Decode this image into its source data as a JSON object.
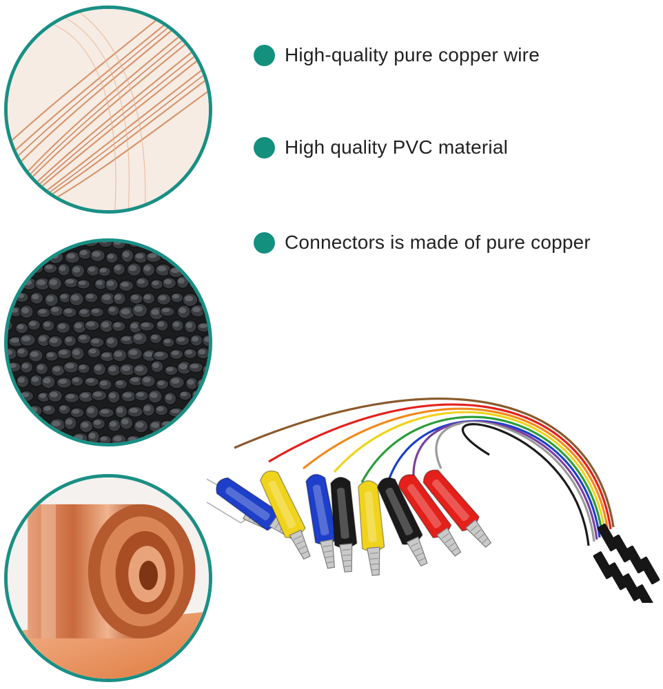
{
  "features": [
    {
      "label": "High-quality pure copper wire"
    },
    {
      "label": "High quality PVC material"
    },
    {
      "label": "Connectors is made of pure copper"
    }
  ],
  "colors": {
    "accent": "#14907f",
    "ring": "#1a8f84",
    "copper": "#d7895e",
    "pellet": "#2b2d30"
  },
  "icons": [
    "bullet-dot-icon"
  ],
  "images": [
    "copper-wire-coil",
    "pvc-pellets",
    "copper-foil-roll",
    "alligator-clip-jumper-cables"
  ],
  "product": {
    "clip_colors": [
      "#ffffff",
      "#1d3fc9",
      "#f0d31c",
      "#1d3fc9",
      "#1a1a1a",
      "#f0d31c",
      "#1a1a1a",
      "#e4201b",
      "#e4201b"
    ]
  }
}
